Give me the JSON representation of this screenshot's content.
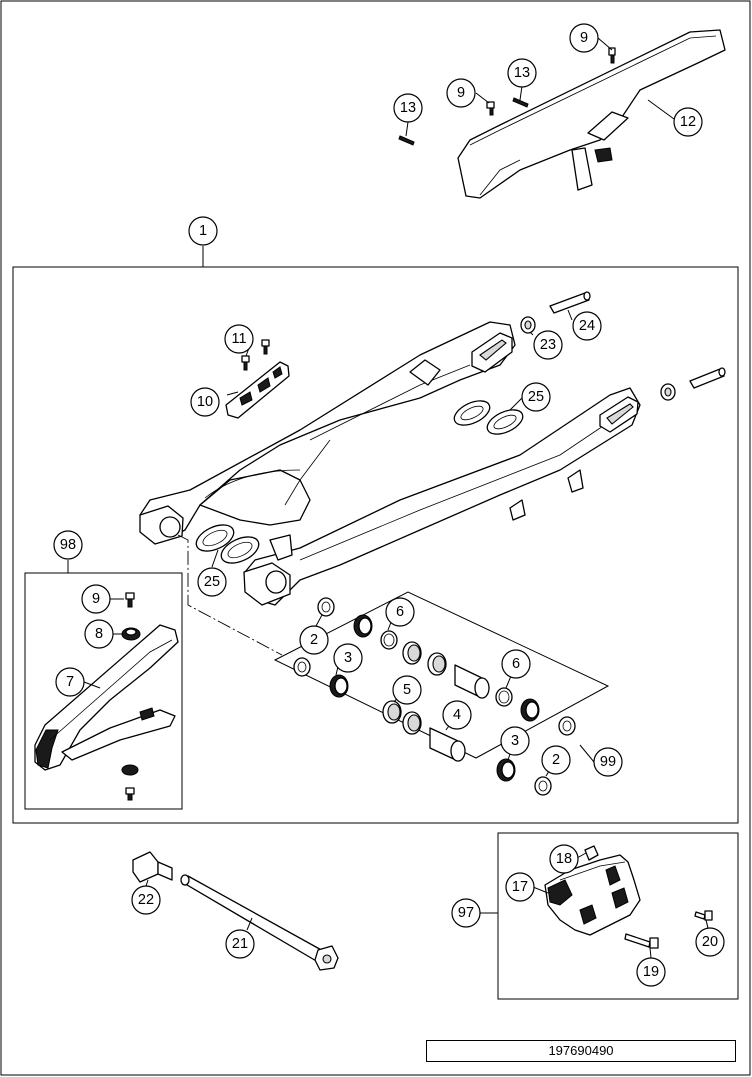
{
  "drawing_number": "197690490",
  "callouts": {
    "c1": "1",
    "c2a": "2",
    "c2b": "2",
    "c3a": "3",
    "c3b": "3",
    "c4": "4",
    "c5": "5",
    "c6a": "6",
    "c6b": "6",
    "c7": "7",
    "c8": "8",
    "c9a": "9",
    "c9b": "9",
    "c9c": "9",
    "c10": "10",
    "c11": "11",
    "c12": "12",
    "c13a": "13",
    "c13b": "13",
    "c17": "17",
    "c18": "18",
    "c19": "19",
    "c20": "20",
    "c21": "21",
    "c22": "22",
    "c23": "23",
    "c24": "24",
    "c25a": "25",
    "c25b": "25",
    "c97": "97",
    "c98": "98",
    "c99": "99"
  }
}
